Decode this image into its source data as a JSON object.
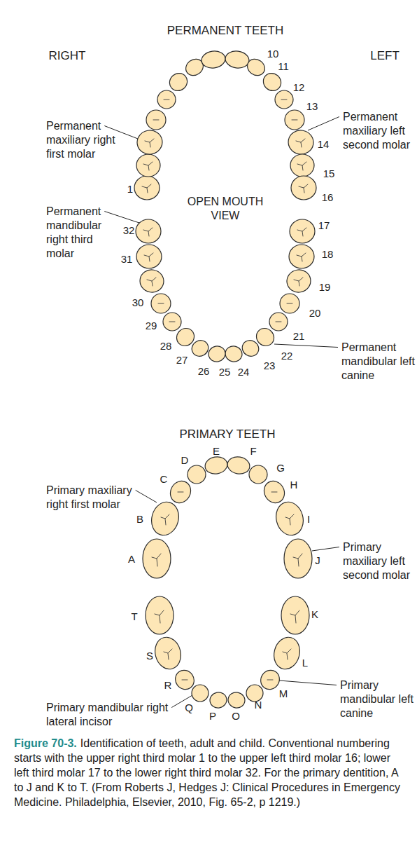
{
  "diagram": {
    "caption": "Identification of teeth, adult and child. Conventional numbering starts with the upper right third molar 1 to the upper left third molar 16; lower left third molar 17 to the lower right third molar 32. For the primary dentition, A to J and K to T. (From Roberts J, Hedges J: Clinical Procedures in Emergency Medicine. Philadelphia, Elsevier, 2010, Fig. 65-2, p 1219.)",
    "labels": [
      "PERMANENT TEETH",
      "RIGHT",
      "LEFT",
      "10",
      "11",
      "12",
      "13",
      "Permanent maxiliary right first molar",
      "Permanent maxiliary left second molar",
      "14",
      "15",
      "1",
      "OPEN MOUTH VIEW",
      "16",
      "Permanent mandibular right third molar",
      "32",
      "17",
      "31",
      "18",
      "19",
      "30",
      "20",
      "29",
      "21",
      "28",
      "22",
      "Permanent mandibular left canine",
      "27",
      "23",
      "26",
      "25",
      "24",
      "PRIMARY TEETH",
      "D",
      "E",
      "F",
      "C",
      "G",
      "H",
      "Primary maxiliary right first molar",
      "B",
      "I",
      "Primary maxiliary left second molar",
      "A",
      "J",
      "T",
      "K",
      "S",
      "L",
      "R",
      "M",
      "Primary mandibular left canine",
      "Primary mandibular right lateral incisor",
      "Q",
      "P",
      "O",
      "N",
      "Figure 70-3."
    ]
  }
}
